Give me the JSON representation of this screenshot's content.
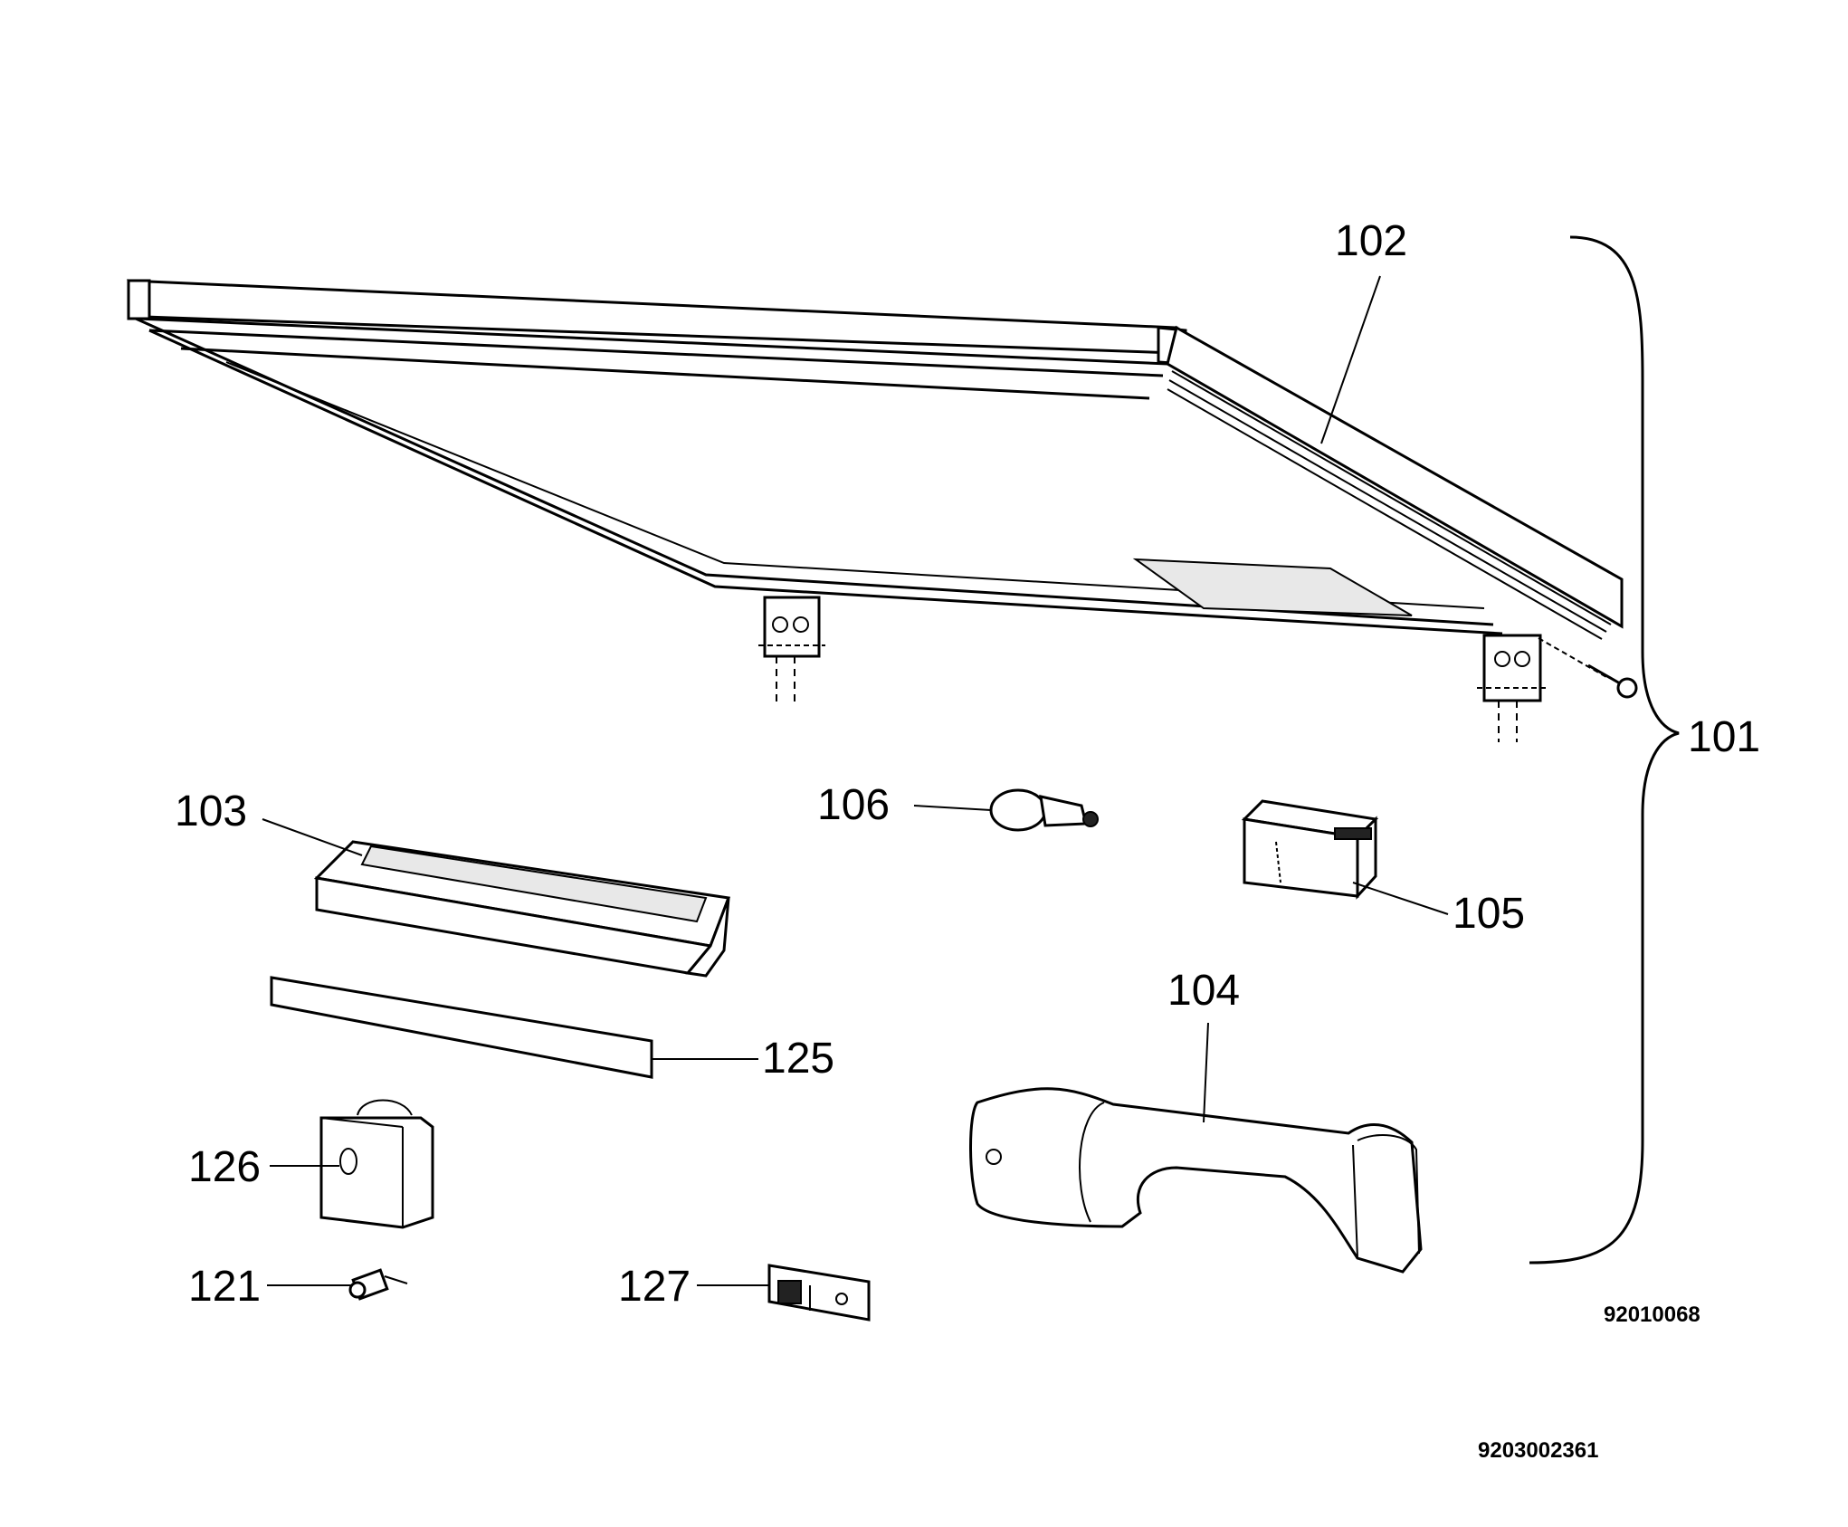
{
  "labels": {
    "p101": "101",
    "p102": "102",
    "p103": "103",
    "p104": "104",
    "p105": "105",
    "p106": "106",
    "p121": "121",
    "p125": "125",
    "p126": "126",
    "p127": "127"
  },
  "codes": {
    "drawing_code": "92010068",
    "document_code": "9203002361"
  }
}
